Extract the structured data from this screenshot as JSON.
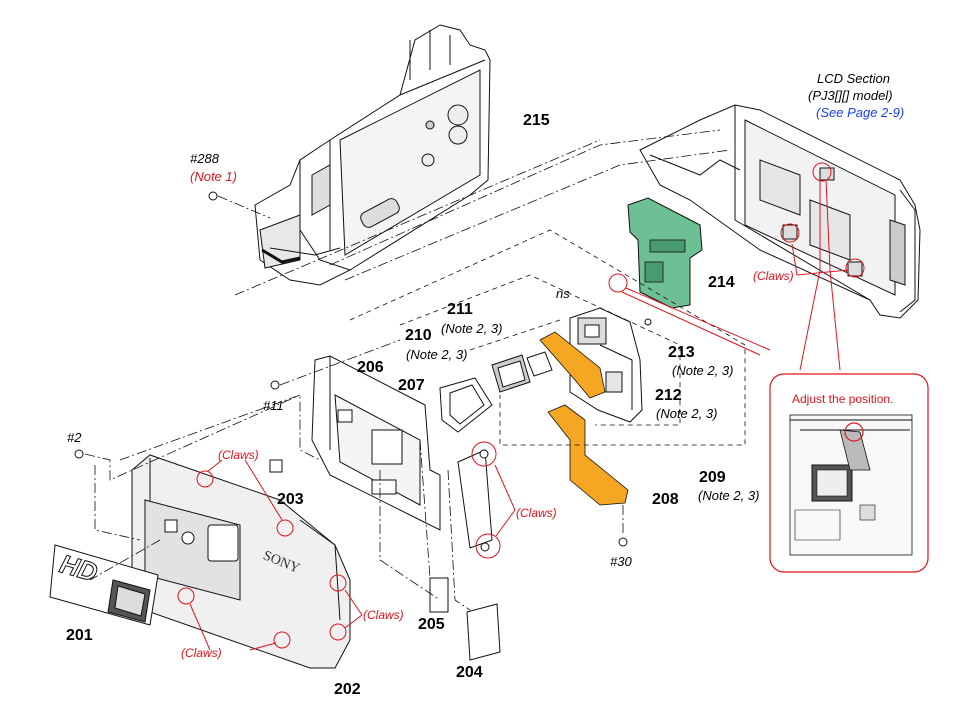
{
  "parts": {
    "p201": "201",
    "p202": "202",
    "p203": "203",
    "p204": "204",
    "p205": "205",
    "p206": "206",
    "p207": "207",
    "p208": "208",
    "p209": "209",
    "p210": "210",
    "p211": "211",
    "p212": "212",
    "p213": "213",
    "p214": "214",
    "p215": "215"
  },
  "screws": {
    "s288": "#288",
    "s11": "#11",
    "s2": "#2",
    "s30": "#30"
  },
  "notes": {
    "note1": "(Note 1)",
    "note23": "(Note 2, 3)",
    "ns": "ns"
  },
  "claws": "(Claws)",
  "lcd": {
    "title": "LCD Section",
    "model": "(PJ3[][] model)",
    "ref": "(See Page 2-9)"
  },
  "adjust": "Adjust the position.",
  "logos": {
    "sony": "SONY",
    "hd": "HD"
  },
  "colors": {
    "red": "#e0141e",
    "blue": "#1a3cff",
    "green": "#6fbf94",
    "orange": "#f5a623"
  }
}
